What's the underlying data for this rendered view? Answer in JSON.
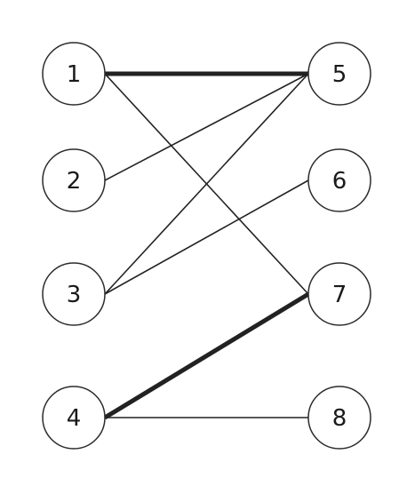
{
  "graph": {
    "left_nodes": [
      {
        "id": "1",
        "label": "1"
      },
      {
        "id": "2",
        "label": "2"
      },
      {
        "id": "3",
        "label": "3"
      },
      {
        "id": "4",
        "label": "4"
      }
    ],
    "right_nodes": [
      {
        "id": "5",
        "label": "5"
      },
      {
        "id": "6",
        "label": "6"
      },
      {
        "id": "7",
        "label": "7"
      },
      {
        "id": "8",
        "label": "8"
      }
    ],
    "edges": [
      {
        "from": "1",
        "to": "5",
        "highlighted": true
      },
      {
        "from": "1",
        "to": "7",
        "highlighted": false
      },
      {
        "from": "2",
        "to": "5",
        "highlighted": false
      },
      {
        "from": "3",
        "to": "5",
        "highlighted": false
      },
      {
        "from": "3",
        "to": "6",
        "highlighted": false
      },
      {
        "from": "4",
        "to": "7",
        "highlighted": true
      },
      {
        "from": "4",
        "to": "8",
        "highlighted": false
      }
    ],
    "colors": {
      "highlight": "#4f9a0e",
      "edge": "#222222",
      "node_stroke": "#2b2b2b"
    }
  }
}
